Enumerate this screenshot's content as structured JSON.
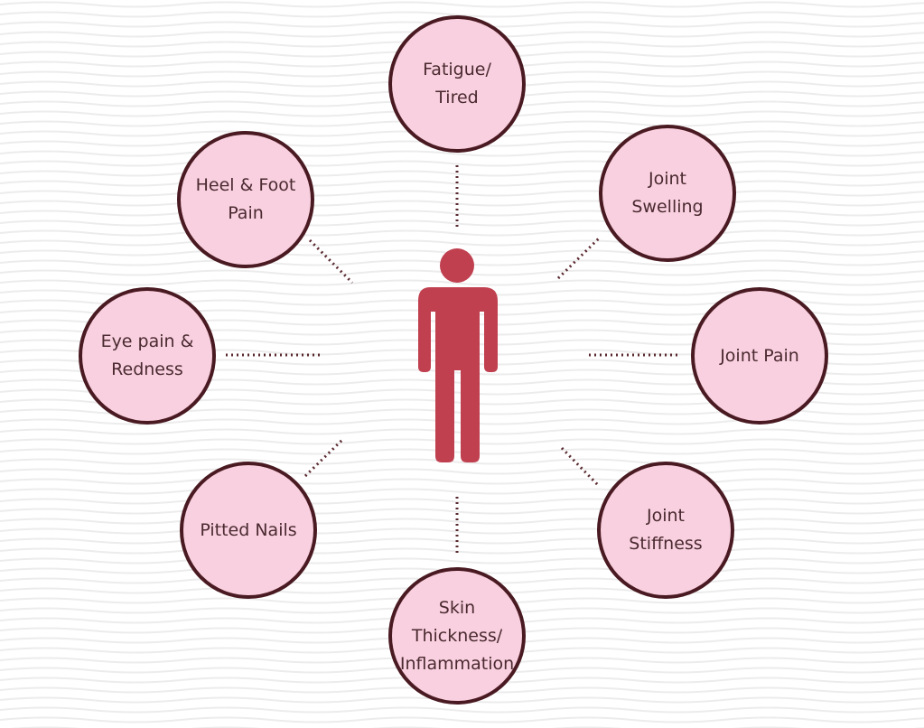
{
  "colors": {
    "circle_fill": "#f9d0df",
    "circle_border": "#4a1a22",
    "figure": "#c04050",
    "connector": "#5a2a30"
  },
  "center_icon": "person-icon",
  "symptoms": [
    {
      "label": "Fatigue/\nTired"
    },
    {
      "label": "Joint\nSwelling"
    },
    {
      "label": "Joint Pain"
    },
    {
      "label": "Joint\nStiffness"
    },
    {
      "label": "Skin\nThickness/\nInflammation"
    },
    {
      "label": "Pitted Nails"
    },
    {
      "label": "Eye pain &\nRedness"
    },
    {
      "label": "Heel & Foot\nPain"
    }
  ]
}
